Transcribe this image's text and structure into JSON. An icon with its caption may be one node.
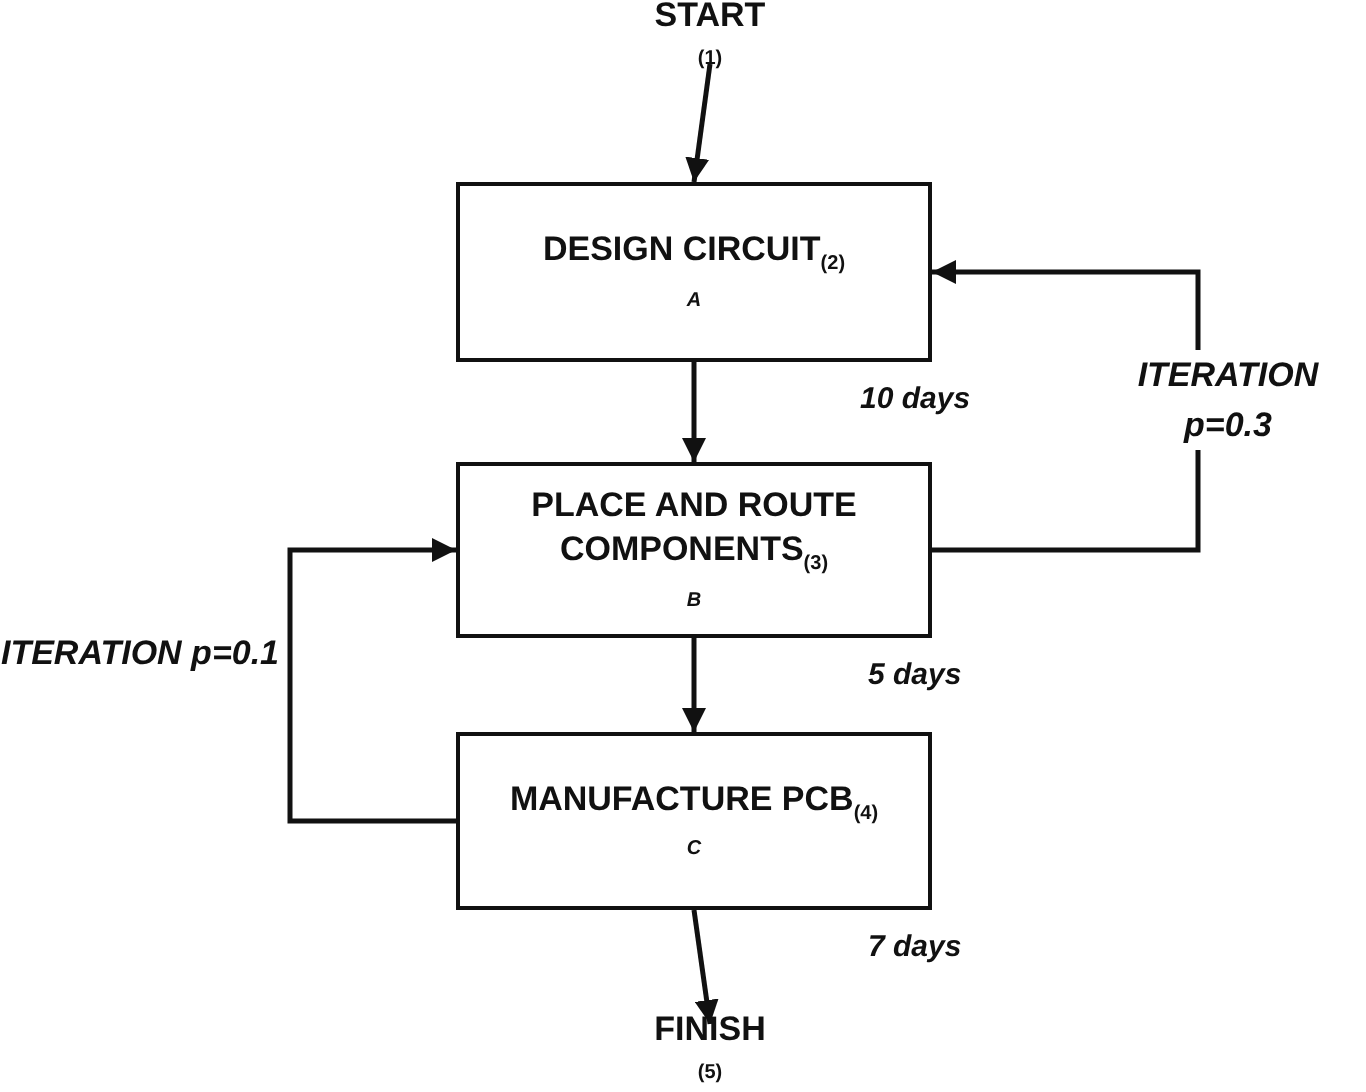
{
  "diagram": {
    "nodes": [
      {
        "text": [
          "START$_{(1)}$"
        ]
      },
      {
        "text": [
          "DESIGN CIRCUIT$_{(2)}$",
          "A"
        ],
        "beside": [
          "10 days"
        ]
      },
      {
        "text": [
          "PLACE AND ROUTE COMPONENTS$_{(3)}$",
          "B"
        ],
        "beside": [
          "5 days"
        ]
      },
      {
        "text": [
          "MANUFACTURE PCB$_{(4)}$",
          "C"
        ],
        "beside": [
          "7 days"
        ]
      },
      {
        "text": [
          "FINISH$_{(5)}$"
        ]
      }
    ],
    "edges": [
      {
        "from": 0,
        "to": 1,
        "arrow": "to"
      },
      {
        "from": 1,
        "to": 2,
        "arrow": "to"
      },
      {
        "from": 2,
        "to": 3,
        "arrow": "to"
      },
      {
        "from": 3,
        "to": 4,
        "arrow": "to"
      },
      {
        "from": 2,
        "to": 1,
        "arrow": "to",
        "label": "ITERATION p=0.3"
      },
      {
        "from": 3,
        "to": 2,
        "arrow": "to",
        "label": "ITERATION p=0.1"
      }
    ]
  }
}
